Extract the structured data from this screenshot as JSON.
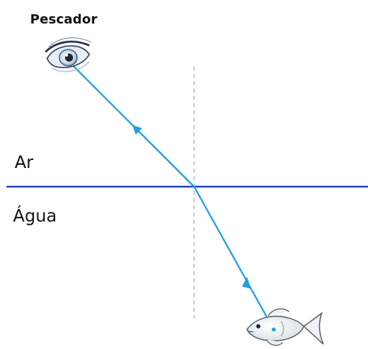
{
  "labels": {
    "observer": "Pescador",
    "upper_medium": "Ar",
    "lower_medium": "Água"
  },
  "icons": {
    "observer_icon": "eye-icon",
    "source_icon": "fish-icon"
  },
  "colors": {
    "interface_line": "#2b49c9",
    "ray": "#1f9fe3",
    "normal_line": "#b8b8b8",
    "eye_fill": "#9fb8d8",
    "fish_fill": "#e9eef3"
  }
}
